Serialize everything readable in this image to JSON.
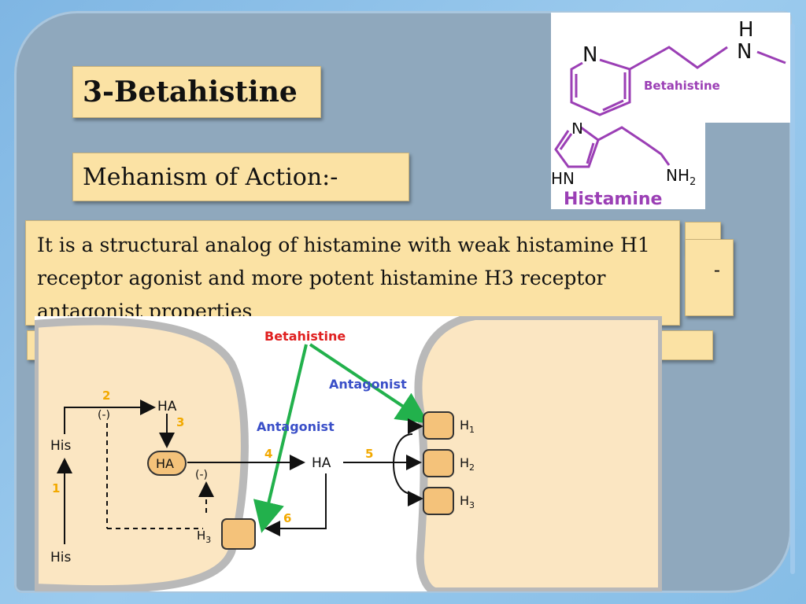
{
  "slide": {
    "title": "3-Betahistine",
    "subtitle": "Mehanism of Action:-",
    "description": "It is a structural analog of histamine with weak histamine H1 receptor agonist and more potent histamine H3 receptor antagonist properties",
    "overflow_mark": "-"
  },
  "structures": {
    "betahistine": {
      "label": "Betahistine",
      "atom_n_ring": "N",
      "atom_h": "H",
      "atom_n_amine": "N"
    },
    "histamine": {
      "label": "Histamine",
      "atom_n": "N",
      "atom_hn": "HN",
      "atom_nh2": "NH",
      "atom_nh2_sub": "2"
    }
  },
  "diagram": {
    "drug_label": "Betahistine",
    "antagonist_top": "Antagonist",
    "antagonist_left": "Antagonist",
    "his_top": "His",
    "his_bottom": "His",
    "ha_top": "HA",
    "ha_vesicle": "HA",
    "ha_cleft": "HA",
    "inhibit_1": "(-)",
    "inhibit_2": "(-)",
    "h3_presynaptic": "H",
    "h3_presynaptic_sub": "3",
    "receptors": [
      {
        "label": "H",
        "sub": "1"
      },
      {
        "label": "H",
        "sub": "2"
      },
      {
        "label": "H",
        "sub": "3"
      }
    ],
    "step_numbers": [
      "1",
      "2",
      "3",
      "4",
      "5",
      "6"
    ],
    "colors": {
      "drug": "#e02020",
      "antagonist": "#3a4fc8",
      "arrow_green": "#22b14c",
      "step": "#f2a900",
      "receptor": "#f4c27a",
      "cell": "#fbe6c2"
    }
  }
}
